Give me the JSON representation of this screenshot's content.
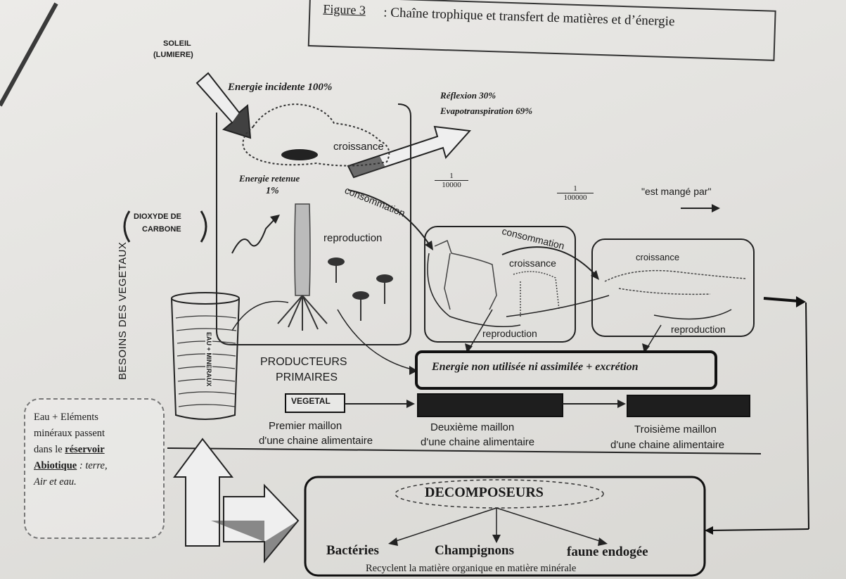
{
  "figure": {
    "caption_prefix": "Figure 3",
    "caption": ": Chaîne trophique et transfert de matières et d’énergie"
  },
  "energy": {
    "sun_label": "SOLEIL",
    "sun_sub": "(LUMIERE)",
    "incident": "Energie incidente 100%",
    "reflexion": "Réflexion 30%",
    "evapo": "Evapotranspiration 69%",
    "retained": "Energie retenue",
    "retained_pct": "1%"
  },
  "ratios": {
    "r1_num": "1",
    "r1_den": "10000",
    "r2_num": "1",
    "r2_den": "100000"
  },
  "legend": {
    "eaten_by": "\"est mangé par\""
  },
  "co2": {
    "line1": "DIOXYDE DE",
    "line2": "CARBONE"
  },
  "plant_labels": {
    "croissance": "croissance",
    "consommation": "consommation",
    "reproduction": "reproduction"
  },
  "herbivore_labels": {
    "consommation": "consommation",
    "croissance": "croissance",
    "reproduction": "reproduction"
  },
  "carnivore_labels": {
    "croissance": "croissance",
    "reproduction": "reproduction"
  },
  "besoins": "BESOINS DES VEGETAUX",
  "container_text": {
    "line1": "EAU",
    "line2": "+",
    "line3": "MINERAUX"
  },
  "producers": {
    "line1": "PRODUCTEURS",
    "line2": "PRIMAIRES"
  },
  "unused_energy": "Energie non utilisée ni assimilée + excrétion",
  "chain": {
    "vegetal": "VEGETAL",
    "first": {
      "line1": "Premier maillon",
      "line2": "d'une chaine alimentaire"
    },
    "second": {
      "line1": "Deuxième maillon",
      "line2": "d'une chaine alimentaire"
    },
    "third": {
      "line1": "Troisième maillon",
      "line2": "d'une chaine alimentaire"
    }
  },
  "abiotic_note": {
    "line1": "Eau  + Eléments",
    "line2": "minéraux passent",
    "line3_prefix": "dans le ",
    "line3_bold": "réservoir",
    "line4_bold": "Abiotique",
    "line4_rest": " : terre,",
    "line5": "Air et eau."
  },
  "decomposers": {
    "title": "DECOMPOSEURS",
    "bacteria": "Bactéries",
    "fungi": "Champignons",
    "fauna": "faune endogée",
    "recycle": "Recyclent la matière organique en matière minérale"
  }
}
